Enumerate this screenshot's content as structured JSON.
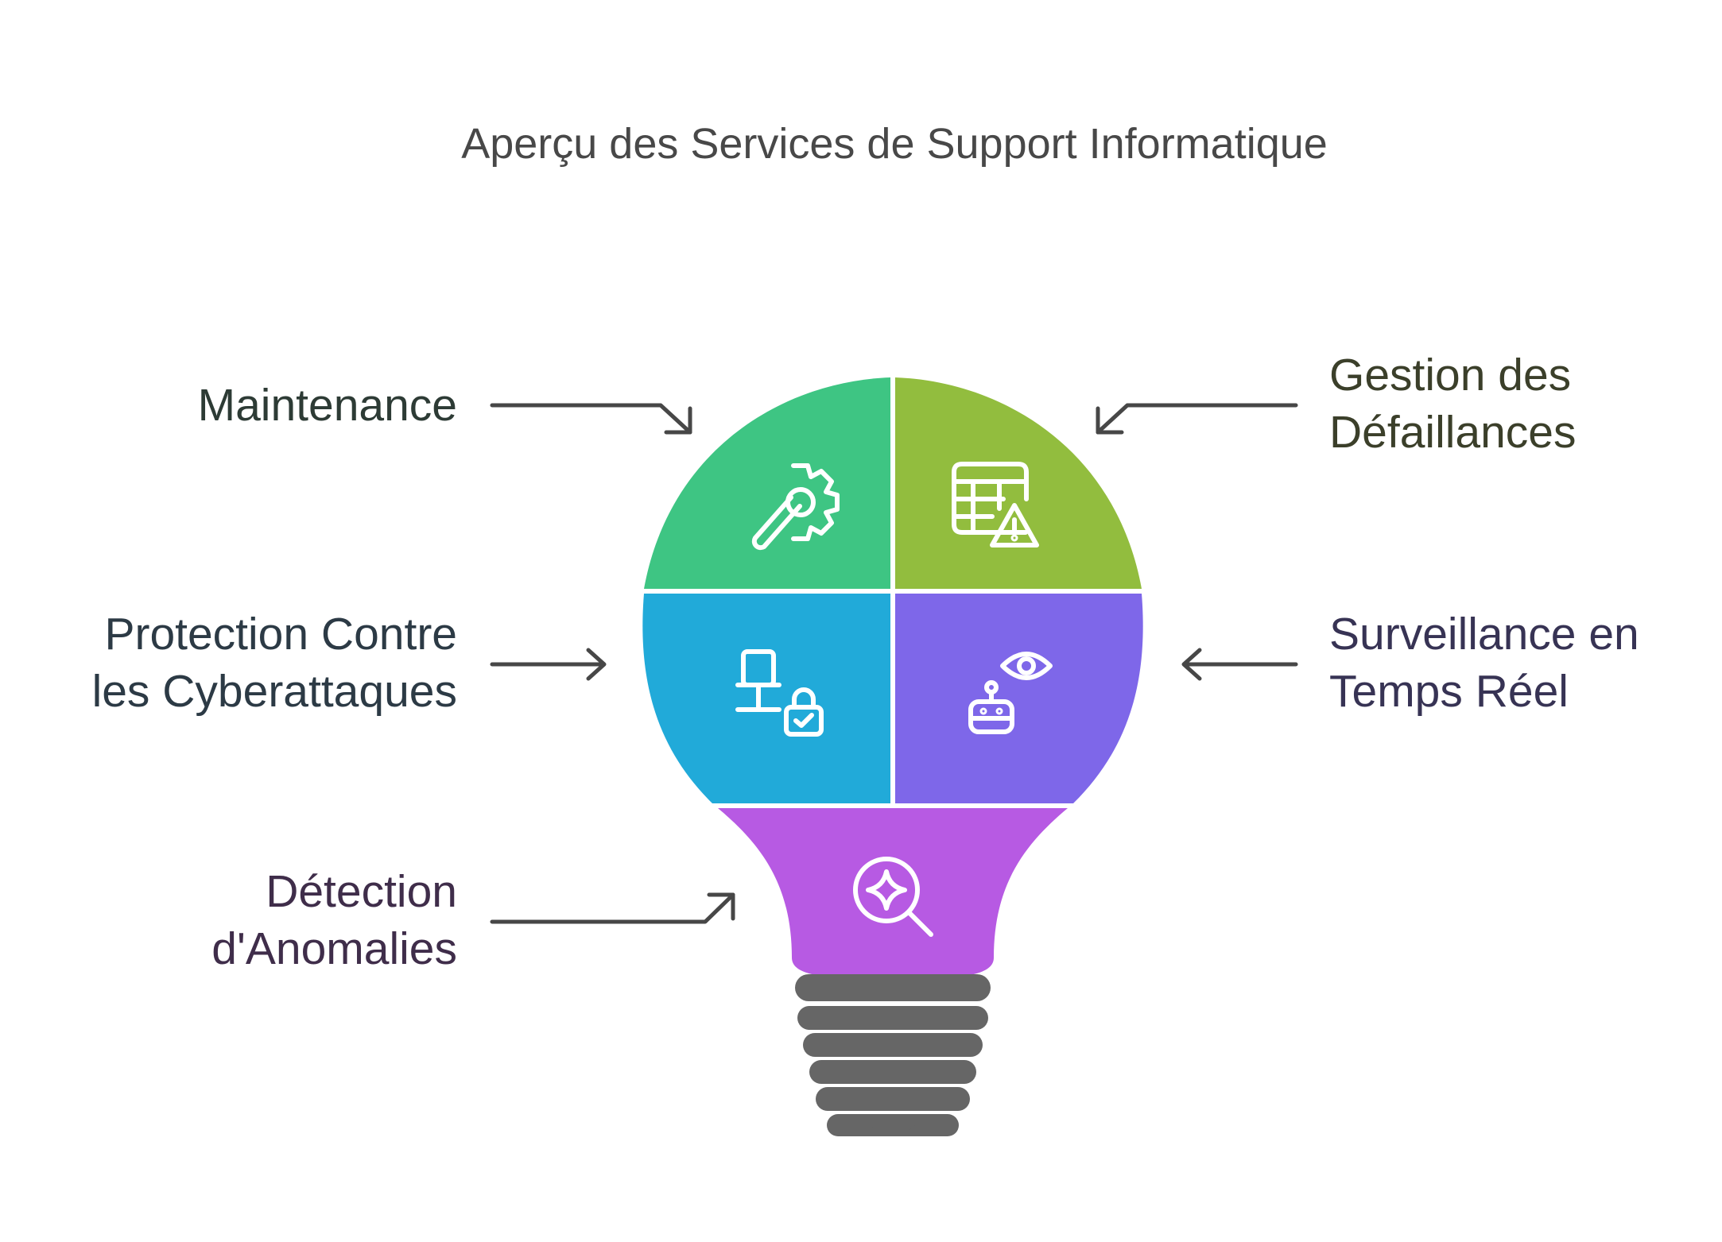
{
  "title": "Aperçu des Services de Support Informatique",
  "segments": [
    {
      "key": "maintenance",
      "lines": [
        "Maintenance"
      ],
      "color": "#3ec583",
      "icon": "wrench-gear-icon"
    },
    {
      "key": "gestion",
      "lines": [
        "Gestion des",
        "Défaillances"
      ],
      "color": "#92bd3e",
      "icon": "table-warning-icon"
    },
    {
      "key": "protection",
      "lines": [
        "Protection Contre",
        "les Cyberattaques"
      ],
      "color": "#21aad9",
      "icon": "computer-lock-icon"
    },
    {
      "key": "surveillance",
      "lines": [
        "Surveillance en",
        "Temps Réel"
      ],
      "color": "#7e67e9",
      "icon": "robot-eye-icon"
    },
    {
      "key": "detection",
      "lines": [
        "Détection",
        "d'Anomalies"
      ],
      "color": "#b75ae3",
      "icon": "magnify-sparkle-icon"
    }
  ],
  "colors": {
    "base": "#666666",
    "arrow": "#474747",
    "title": "#484848"
  }
}
